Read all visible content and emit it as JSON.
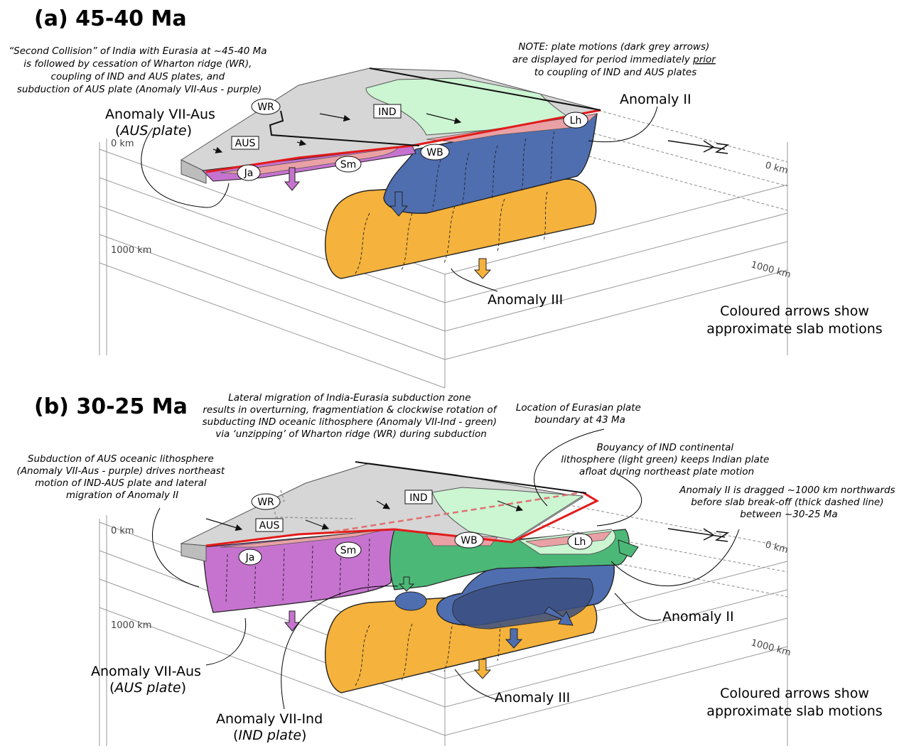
{
  "panel_a": {
    "title": "(a) 45-40 Ma",
    "note_left": [
      "“Second Collision” of India with Eurasia at ~45-40 Ma",
      "is followed by cessation of Wharton ridge (WR),",
      "coupling of IND and AUS plates, and",
      "subduction of AUS plate (Anomaly VII-Aus - purple)"
    ],
    "note_right_1": "NOTE: plate motions (dark grey arrows)",
    "note_right_2": "are displayed for period immediately ",
    "note_right_2u": "prior",
    "note_right_3": "to  coupling of IND and AUS plates",
    "label_anomaly_vii_aus": "Anomaly VII-Aus",
    "label_aus_plate_open": "(",
    "label_aus_plate": "AUS plate",
    "label_aus_plate_close": ")",
    "label_anomaly_ii": "Anomaly II",
    "label_anomaly_iii": "Anomaly III",
    "legend_1": "Coloured arrows show",
    "legend_2": "approximate slab motions",
    "depth_0_left": "0 km",
    "depth_1000_left": "1000 km",
    "depth_0_right": "0 km",
    "depth_1000_right": "1000 km",
    "tags": {
      "wr": "WR",
      "ind": "IND",
      "aus": "AUS",
      "lh": "Lh",
      "wb": "WB",
      "sm": "Sm",
      "ja": "Ja"
    }
  },
  "panel_b": {
    "title": "(b) 30-25 Ma",
    "note_top": [
      "Lateral migration of India-Eurasia subduction zone",
      "results in overturning, fragmentiation & clockwise rotation of",
      "subducting IND oceanic lithosphere (Anomaly VII-Ind - green)",
      "via ‘unzipping’ of Wharton ridge (WR) during subduction"
    ],
    "note_location": [
      "Location of Eurasian plate",
      "boundary at 43 Ma"
    ],
    "note_buoyancy": [
      "Bouyancy of IND continental",
      "lithosphere (light green) keeps Indian plate",
      "afloat during northeast plate motion"
    ],
    "note_left": [
      "Subduction of AUS oceanic lithosphere",
      "(Anomaly VII-Aus - purple) drives northeast",
      "motion of IND-AUS plate and lateral",
      "migration of Anomaly II"
    ],
    "note_right": [
      "Anomaly II is dragged ~1000 km northwards",
      "before slab break-off (thick dashed line)",
      "between ~30-25 Ma"
    ],
    "label_anomaly_ii": "Anomaly II",
    "label_anomaly_iii": "Anomaly III",
    "label_anomaly_vii_aus": "Anomaly VII-Aus",
    "label_aus_plate_open": "(",
    "label_aus_plate": "AUS plate",
    "label_aus_plate_close": ")",
    "label_anomaly_vii_ind": "Anomaly VII-Ind",
    "label_ind_plate_open": "(",
    "label_ind_plate": "IND plate",
    "label_ind_plate_close": ")",
    "legend_1": "Coloured arrows show",
    "legend_2": "approximate slab motions",
    "depth_0_left": "0 km",
    "depth_1000_left": "1000 km",
    "depth_0_right": "0 km",
    "depth_1000_right": "1000 km",
    "tags": {
      "wr": "WR",
      "ind": "IND",
      "aus": "AUS",
      "lh": "Lh",
      "wb": "WB",
      "sm": "Sm",
      "ja": "Ja"
    }
  },
  "colors": {
    "plate_grey": "#d6d6d6",
    "ind_continental": "#ccf5d2",
    "anomaly_ii_blue": "#4f6eb0",
    "anomaly_iii_orange": "#f5b23c",
    "anomaly_vii_aus_purple": "#c673cf",
    "anomaly_vii_ind_green": "#4cb877",
    "margin_pink": "#eaa1a5",
    "plate_boundary_red": "#e21a1a"
  }
}
